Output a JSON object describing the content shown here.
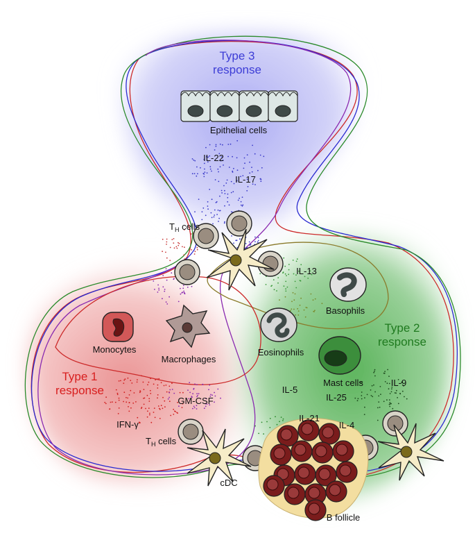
{
  "regions": {
    "type3": {
      "line1": "Type 3",
      "line2": "response",
      "color": "#3d3dd6"
    },
    "type1": {
      "line1": "Type 1",
      "line2": "response",
      "color": "#d81e1e"
    },
    "type2": {
      "line1": "Type 2",
      "line2": "response",
      "color": "#1f7a1f"
    }
  },
  "labels": {
    "epithelial": "Epithelial cells",
    "il22": "IL-22",
    "il17": "IL-17",
    "th_top": "T",
    "th_top_sub": "H",
    "th_top_rest": " cells",
    "il13": "IL-13",
    "basophils": "Basophils",
    "monocytes": "Monocytes",
    "macrophages": "Macrophages",
    "eosinophils": "Eosinophils",
    "mast": "Mast cells",
    "il9": "IL-9",
    "il5": "IL-5",
    "il25": "IL-25",
    "gmcsf": "GM-CSF",
    "ifng": "IFN-γ",
    "il21": "IL-21",
    "il4": "IL-4",
    "th_bottom": "T",
    "th_bottom_sub": "H",
    "th_bottom_rest": " cells",
    "cdc": "cDC",
    "bfollicle": "B follicle"
  },
  "colors": {
    "blue_glow": "#8f8ff0",
    "red_glow": "#e88a8a",
    "green_glow": "#5cb85c",
    "follicle": "#f3dea0",
    "b_cell": "#7a1c1c",
    "dendritic": "#f6ecc8",
    "nucleus_dark": "#3f4a48"
  }
}
